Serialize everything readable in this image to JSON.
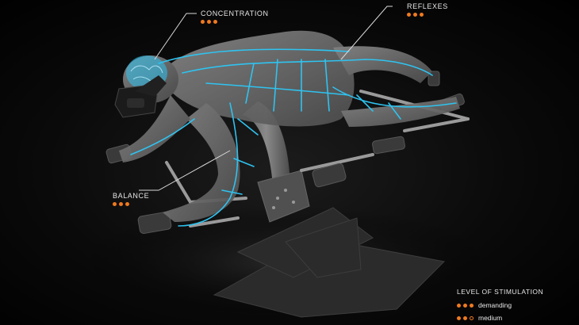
{
  "callouts": {
    "concentration": {
      "label": "CONCENTRATION",
      "level": 3
    },
    "reflexes": {
      "label": "REFLEXES",
      "level": 3
    },
    "balance": {
      "label": "BALANCE",
      "level": 3
    }
  },
  "legend": {
    "title": "LEVEL OF STIMULATION",
    "items": [
      {
        "label": "demanding",
        "level": 3
      },
      {
        "label": "medium",
        "level": 2
      }
    ]
  },
  "colors": {
    "accent": "#f07a1e",
    "nerves": "#2fc3f0",
    "body": "#6d6d6d",
    "frame": "#3a3a3a"
  }
}
